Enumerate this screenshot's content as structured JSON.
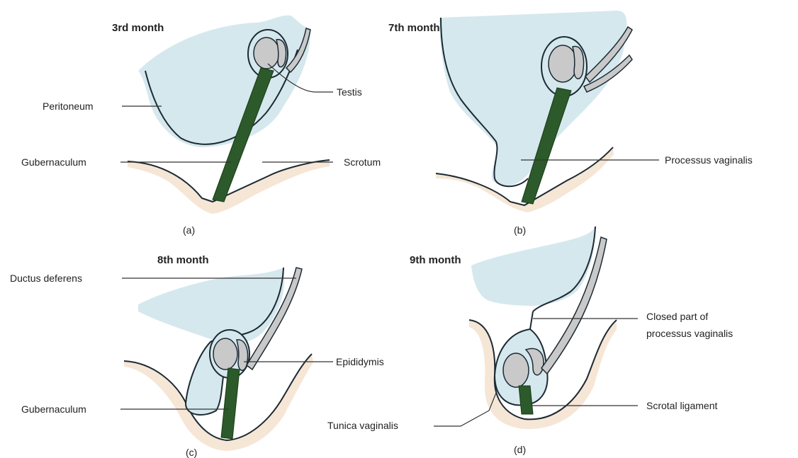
{
  "colors": {
    "fluid": "#d5e8ee",
    "scrotum_tissue": "#f6e6d6",
    "gubernaculum": "#2c5a2a",
    "testis": "#c9c9c9",
    "outline": "#1c2a33"
  },
  "panels": {
    "a": {
      "title": "3rd month",
      "caption": "(a)"
    },
    "b": {
      "title": "7th month",
      "caption": "(b)"
    },
    "c": {
      "title": "8th month",
      "caption": "(c)"
    },
    "d": {
      "title": "9th month",
      "caption": "(d)"
    }
  },
  "labels": {
    "peritoneum": "Peritoneum",
    "gubernaculum_a": "Gubernaculum",
    "testis": "Testis",
    "scrotum": "Scrotum",
    "processus_vaginalis": "Processus vaginalis",
    "ductus_deferens": "Ductus deferens",
    "epididymis": "Epididymis",
    "gubernaculum_c": "Gubernaculum",
    "closed_part_line1": "Closed part of",
    "closed_part_line2": "processus vaginalis",
    "scrotal_ligament": "Scrotal ligament",
    "tunica_vaginalis": "Tunica vaginalis"
  }
}
